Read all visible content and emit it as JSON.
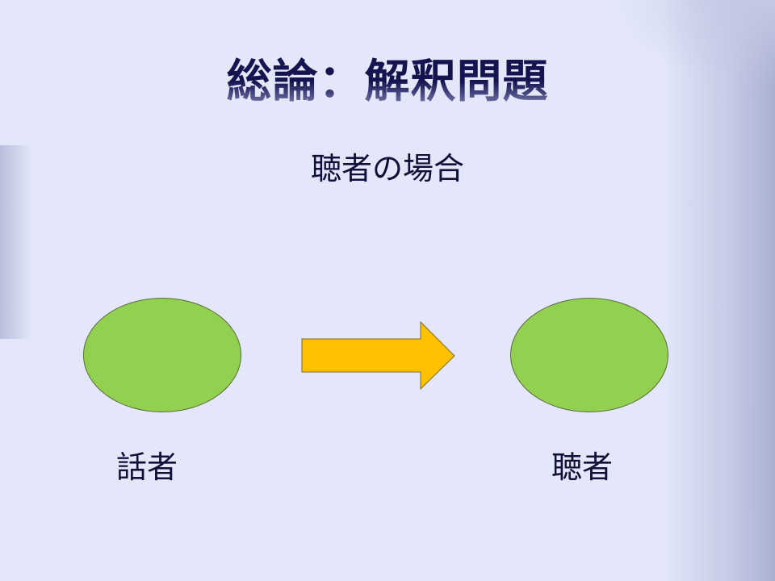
{
  "slide": {
    "title": "総論：解釈問題",
    "subtitle": "聴者の場合",
    "speaker_label": "話者",
    "listener_label": "聴者"
  },
  "colors": {
    "ellipse_fill": "#92d050",
    "arrow_fill": "#ffc000",
    "background": "#e3e7f9",
    "title": "#141450"
  }
}
